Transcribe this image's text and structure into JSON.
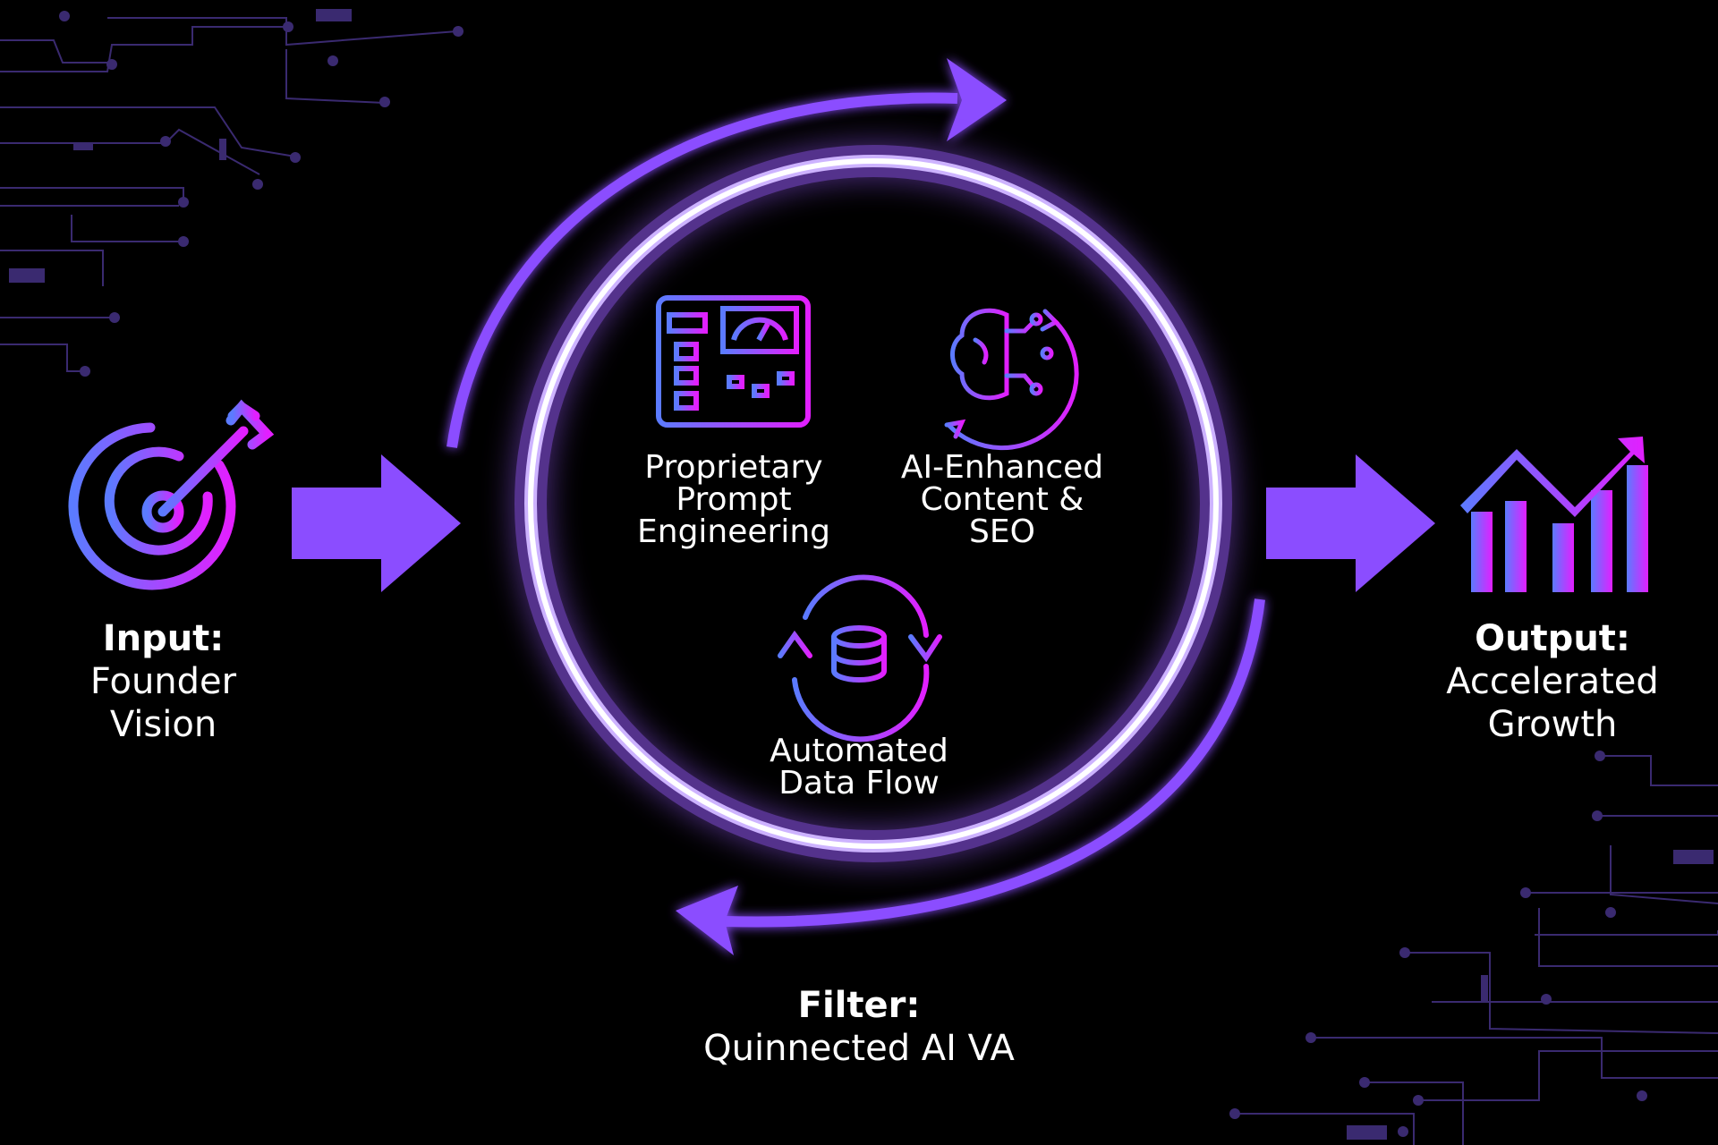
{
  "colors": {
    "accent": "#8B4DFF",
    "gradient_start": "#5B7BFF",
    "gradient_end": "#E21FFF",
    "circuit": "#3A2A70",
    "ring_glow": "#9A5CFF"
  },
  "input": {
    "title": "Input:",
    "lines": [
      "Founder",
      "Vision"
    ]
  },
  "output": {
    "title": "Output:",
    "lines": [
      "Accelerated",
      "Growth"
    ]
  },
  "filter": {
    "title": "Filter:",
    "subtitle": "Quinnected AI VA"
  },
  "modules": {
    "prompt": {
      "lines": [
        "Proprietary",
        "Prompt",
        "Engineering"
      ],
      "icon": "control-panel-icon"
    },
    "content": {
      "lines": [
        "AI-Enhanced",
        "Content &",
        "SEO"
      ],
      "icon": "ai-brain-icon"
    },
    "data": {
      "lines": [
        "Automated",
        "Data Flow"
      ],
      "icon": "database-sync-icon"
    }
  },
  "icons": {
    "input": "target-icon",
    "output": "growth-chart-icon"
  }
}
